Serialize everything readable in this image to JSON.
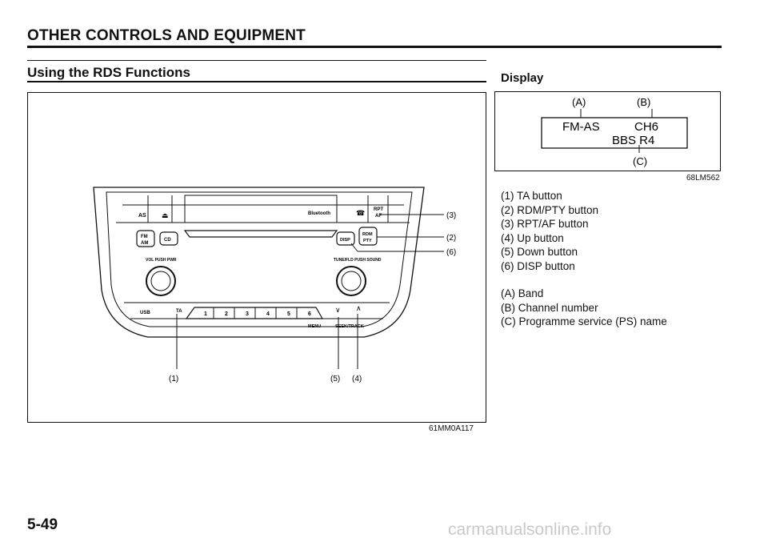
{
  "header": {
    "section_title": "OTHER CONTROLS AND EQUIPMENT"
  },
  "subsection": {
    "title": "Using the RDS Functions"
  },
  "radio_figure": {
    "code": "61MM0A117",
    "panel_labels": {
      "as": "AS",
      "eject": "⏏",
      "bluetooth": "Bluetooth",
      "phone": "☎",
      "rpt": "RPT",
      "af": "AF",
      "fm": "FM",
      "am": "AM",
      "cd": "CD",
      "disp": "DISP",
      "rdm": "RDM",
      "pty": "PTY",
      "vol": "VOL PUSH PWR",
      "tune": "TUNE/FLD PUSH SOUND",
      "usb": "USB",
      "ta": "TA",
      "presets": [
        "1",
        "2",
        "3",
        "4",
        "5",
        "6"
      ],
      "down_arrow": "∨",
      "up_arrow": "∧",
      "menu": "MENU",
      "seek": "SEEK/TRACK"
    },
    "callouts": {
      "c1": "(1)",
      "c2": "(2)",
      "c3": "(3)",
      "c4": "(4)",
      "c5": "(5)",
      "c6": "(6)"
    }
  },
  "display_section": {
    "title": "Display",
    "code": "68LM562",
    "label_a": "(A)",
    "label_b": "(B)",
    "label_c": "(C)",
    "screen_line1_left": "FM-AS",
    "screen_line1_right": "CH6",
    "screen_line2": "BBS R4"
  },
  "button_list": [
    "(1) TA button",
    "(2) RDM/PTY button",
    "(3) RPT/AF button",
    "(4) Up button",
    "(5) Down button",
    "(6) DISP button"
  ],
  "display_list": [
    "(A) Band",
    "(B) Channel number",
    "(C) Programme service (PS) name"
  ],
  "footer": {
    "page_number": "5-49",
    "watermark": "carmanualsonline.info"
  }
}
